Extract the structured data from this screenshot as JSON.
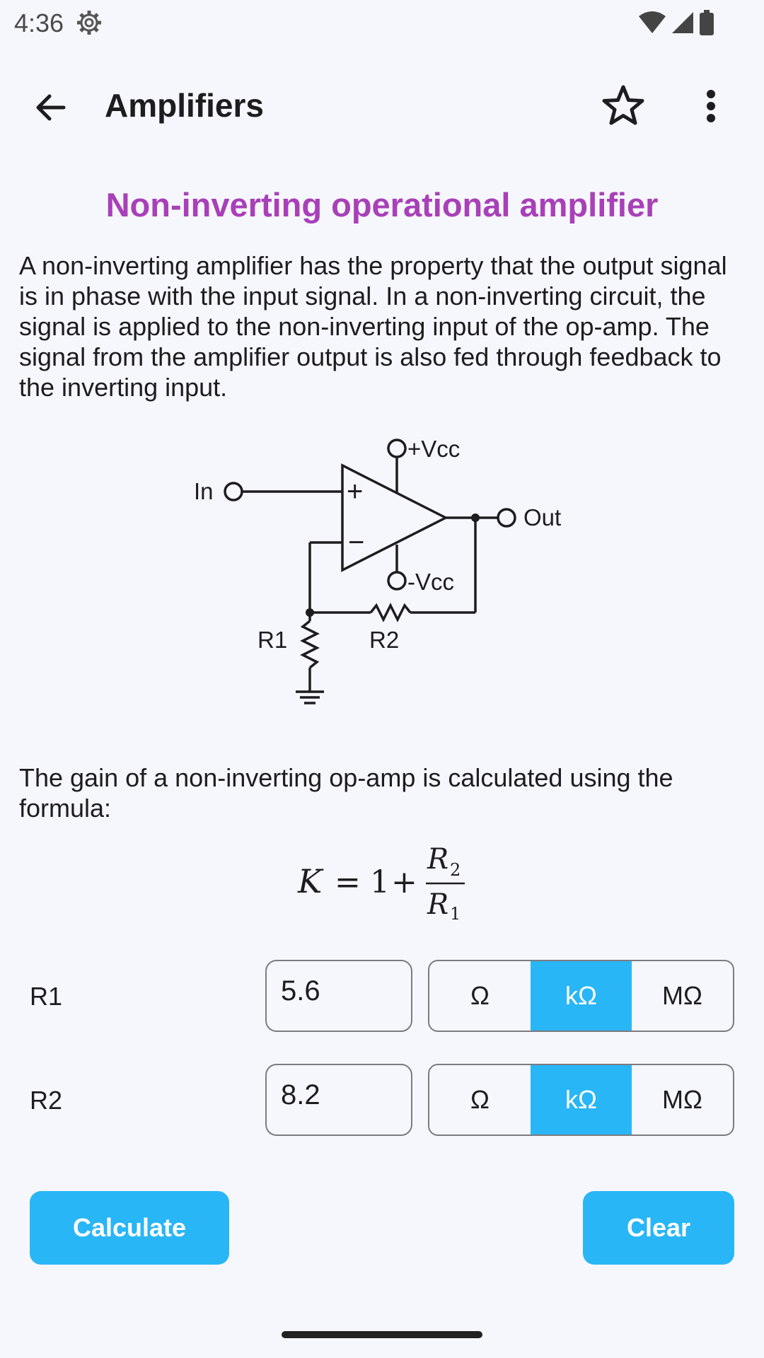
{
  "status": {
    "time": "4:36"
  },
  "app_bar": {
    "title": "Amplifiers"
  },
  "content": {
    "heading": "Non-inverting operational amplifier",
    "description": "A non-inverting amplifier has the property that the output signal is in phase with the input signal. In a non-inverting circuit, the signal is applied to the non-inverting input of the op-amp. The signal from the amplifier output is also fed through feedback to the inverting input.",
    "formula_intro": "The gain of a non-inverting op-amp is calculated using the formula:"
  },
  "diagram": {
    "vcc_plus": "+Vcc",
    "vcc_minus": "-Vcc",
    "input_label": "In",
    "output_label": "Out",
    "r1_label": "R1",
    "r2_label": "R2",
    "plus_sign": "+",
    "minus_sign": "−"
  },
  "formula": {
    "lhs": "K",
    "equals": "=",
    "one": "1",
    "plus": "+",
    "numerator": "R",
    "numerator_sub": "2",
    "denominator": "R",
    "denominator_sub": "1"
  },
  "inputs": [
    {
      "label": "R1",
      "value": "5.6",
      "units": [
        "Ω",
        "kΩ",
        "MΩ"
      ],
      "selected_unit": "kΩ"
    },
    {
      "label": "R2",
      "value": "8.2",
      "units": [
        "Ω",
        "kΩ",
        "MΩ"
      ],
      "selected_unit": "kΩ"
    }
  ],
  "actions": {
    "calculate": "Calculate",
    "clear": "Clear"
  },
  "colors": {
    "accent": "#29b6f6",
    "heading": "#a840b8",
    "background": "#f6f7fc"
  },
  "icons": {
    "back": "arrow-back-icon",
    "favorite": "star-outline-icon",
    "menu": "more-vert-icon",
    "settings": "gear-icon"
  }
}
